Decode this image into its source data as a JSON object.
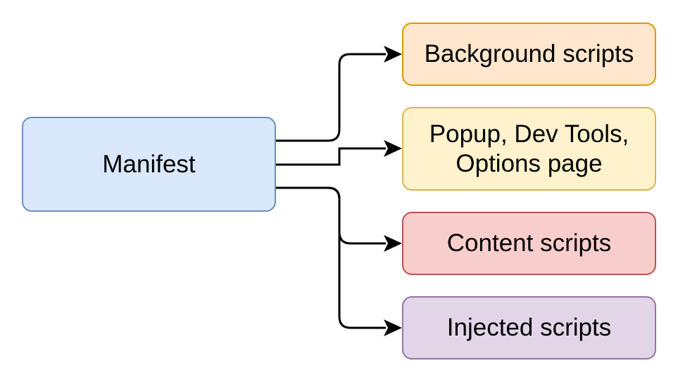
{
  "diagram": {
    "nodes": [
      {
        "id": "manifest",
        "label": "Manifest",
        "fill": "#dae8fc",
        "stroke": "#6c8ebf"
      },
      {
        "id": "background",
        "label": "Background scripts",
        "fill": "#ffe6cc",
        "stroke": "#d79b00"
      },
      {
        "id": "popup",
        "label": "Popup, Dev Tools,\nOptions page",
        "fill": "#fff2cc",
        "stroke": "#d6b656"
      },
      {
        "id": "content",
        "label": "Content scripts",
        "fill": "#f8cecc",
        "stroke": "#b85450"
      },
      {
        "id": "injected",
        "label": "Injected scripts",
        "fill": "#e1d5e7",
        "stroke": "#9673a6"
      }
    ],
    "edges": [
      {
        "from": "manifest",
        "to": "background"
      },
      {
        "from": "manifest",
        "to": "popup"
      },
      {
        "from": "manifest",
        "to": "content"
      },
      {
        "from": "manifest",
        "to": "injected"
      }
    ],
    "edge_color": "#000000"
  }
}
